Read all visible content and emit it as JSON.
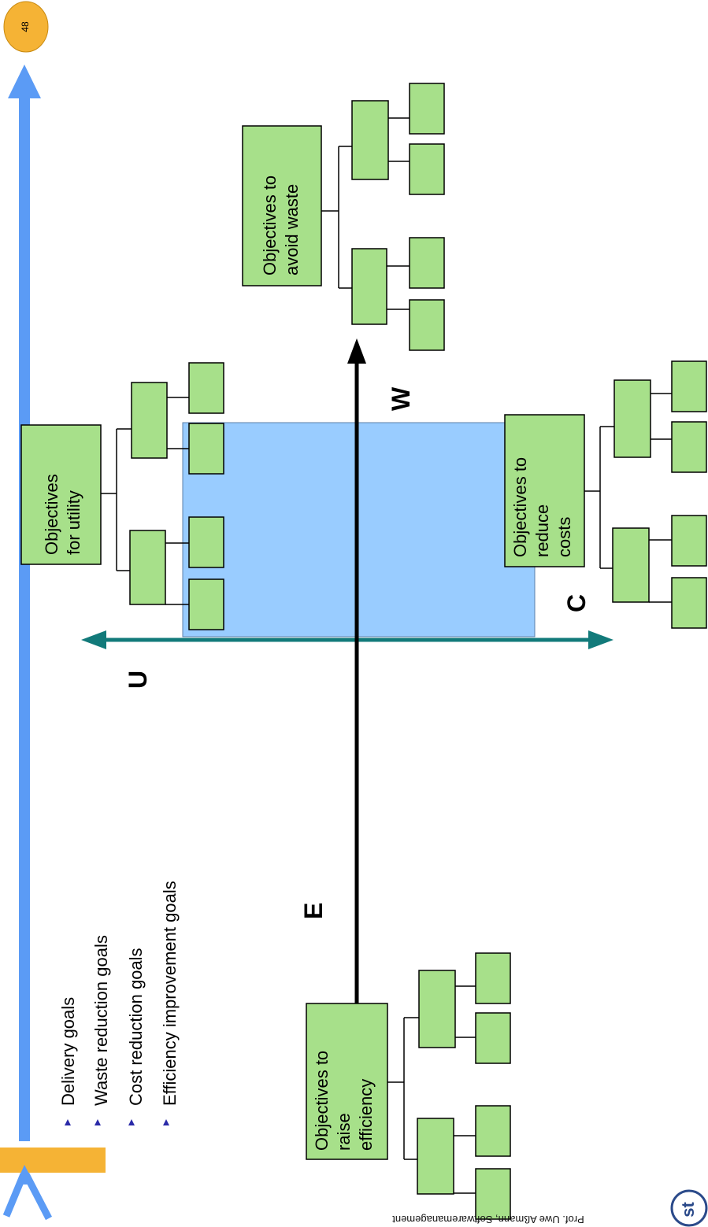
{
  "page_number": "48",
  "bullets": [
    "Delivery goals",
    "Waste reduction goals",
    "Cost reduction goals",
    "Efficiency improvement goals"
  ],
  "axes": {
    "u": "U",
    "w": "W",
    "c": "C",
    "e": "E"
  },
  "objectives": {
    "utility": [
      "Objectives",
      "for utility"
    ],
    "waste": [
      "Objectives to",
      "avoid waste"
    ],
    "costs": [
      "Objectives to",
      "reduce",
      "costs"
    ],
    "efficiency": [
      "Objectives to",
      "raise",
      "efficiency"
    ]
  },
  "footer": "Prof. Uwe Aßmann, Softwaremanagement",
  "logo_text": "st",
  "colors": {
    "timeline": "#5b9bf5",
    "page_badge": "#f5b335",
    "quadrant": "#99ccff",
    "teal_axis": "#127a7a",
    "node_fill": "#a7e08a",
    "bullet": "#2a2aa8"
  }
}
